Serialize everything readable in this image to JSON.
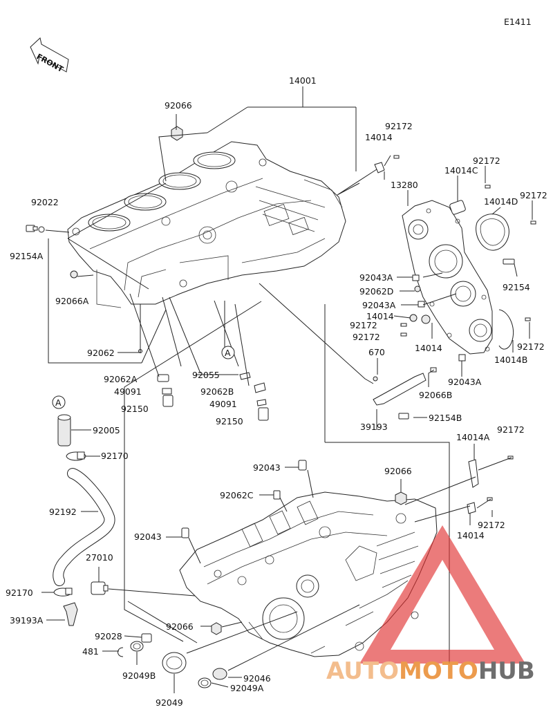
{
  "diagram_code": "E1411",
  "front_label": "FRONT",
  "callout_A": "A",
  "parts": {
    "p14001": "14001",
    "p92066_top": "92066",
    "p92022": "92022",
    "p92154A": "92154A",
    "p92066A": "92066A",
    "p92062": "92062",
    "p92062A": "92062A",
    "p49091_l": "49091",
    "p92150_l": "92150",
    "p92055": "92055",
    "p92062B": "92062B",
    "p49091_r": "49091",
    "p92150_r": "92150",
    "p92005": "92005",
    "p92170_top": "92170",
    "p92192": "92192",
    "p27010": "27010",
    "p92170_bot": "92170",
    "p39193A": "39193A",
    "p92028": "92028",
    "p481": "481",
    "p92049B": "92049B",
    "p92049": "92049",
    "p92043_mid": "92043",
    "p92062C": "92062C",
    "p92043_left": "92043",
    "p92066_bot": "92066",
    "p92066_mid": "92066",
    "p92046": "92046",
    "p92049A": "92049A",
    "p14014_top": "14014",
    "p92172_a": "92172",
    "p14014C": "14014C",
    "p92172_b": "92172",
    "p13280": "13280",
    "p14014D": "14014D",
    "p92172_c": "92172",
    "p92043A_1": "92043A",
    "p92062D": "92062D",
    "p92043A_2": "92043A",
    "p14014_mid": "14014",
    "p92172_d": "92172",
    "p92172_e": "92172",
    "p14014_r": "14014",
    "p92154": "92154",
    "p92172_f": "92172",
    "p14014B": "14014B",
    "p92043A_3": "92043A",
    "p670": "670",
    "p92066B": "92066B",
    "p39193": "39193",
    "p92154B": "92154B",
    "p14014A": "14014A",
    "p92172_g": "92172",
    "p92172_h": "92172",
    "p14014_bot": "14014"
  },
  "watermark": {
    "part1": "AUTO",
    "part2": "MOTO",
    "part3": "HUB",
    "color1": "#f2b27a",
    "color2": "#e98a2e",
    "color3": "#555555",
    "triangle_color": "#e03030"
  }
}
